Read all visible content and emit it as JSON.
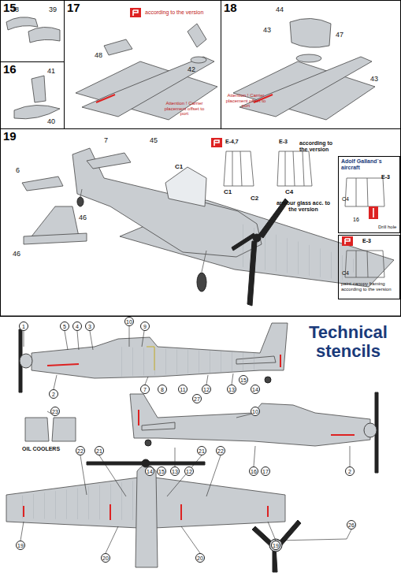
{
  "diagram": {
    "title": "Technical stencils",
    "nodes": [
      {
        "text": [
          "15"
        ]
      },
      {
        "text": [
          "16"
        ]
      },
      {
        "text": [
          "17"
        ]
      },
      {
        "text": [
          "18"
        ]
      },
      {
        "text": [
          "19"
        ]
      },
      {
        "text": [
          "Adolf Galland´s aircraft",
          "E-3",
          "C4",
          "16",
          "Drill hole"
        ],
        "in": 4
      },
      {
        "text": [
          "E-3",
          "C4",
          "paint canopy framing according to the version"
        ],
        "in": 4
      }
    ],
    "labels": [
      "38",
      "39",
      "41",
      "40",
      "according to the version",
      "48",
      "42",
      "Attention ! Carrier placement offset to port",
      "44",
      "43",
      "47",
      "43",
      "Attention ! Carrier placement offset to port",
      "7",
      "45",
      "6",
      "C1",
      "E-4,7",
      "E-3",
      "according to the version",
      "C1",
      "C2",
      "C4",
      "armour glass acc. to the version",
      "46",
      "46",
      "1",
      "5",
      "4",
      "3",
      "10",
      "9",
      "2",
      "7",
      "8",
      "11",
      "12",
      "27",
      "13",
      "15",
      "14",
      "23",
      "OIL COOLERS",
      "10",
      "14",
      "15",
      "13",
      "12",
      "16",
      "17",
      "2",
      "22",
      "21",
      "21",
      "22",
      "19",
      "20",
      "20",
      "19",
      "26"
    ]
  }
}
